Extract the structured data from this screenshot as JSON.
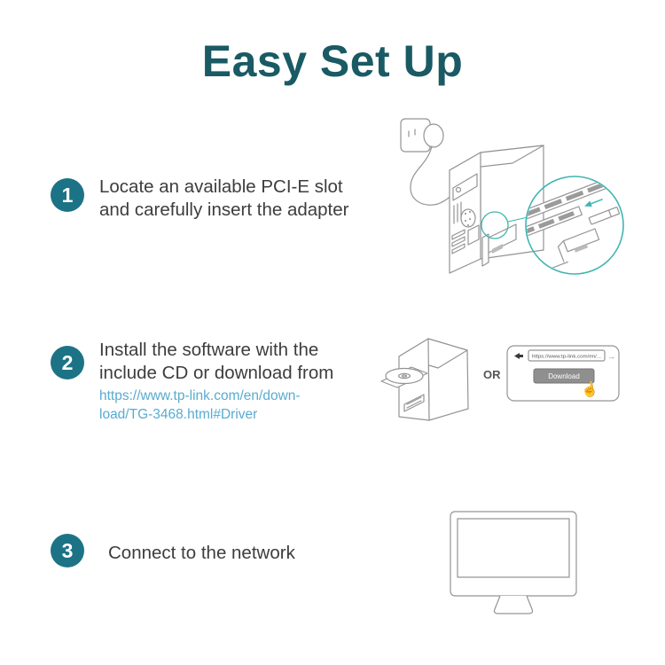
{
  "title": "Easy Set Up",
  "colors": {
    "title": "#195a64",
    "badge": "#1d7386",
    "body_text": "#3d3d3d",
    "link": "#58abd0",
    "illustration_outline": "#949494",
    "accent_teal": "#3fb5b2",
    "download_button": "#8f8f8f"
  },
  "steps": [
    {
      "number": "1",
      "lines": [
        "Locate an available PCI-E slot",
        "and carefully insert the adapter"
      ]
    },
    {
      "number": "2",
      "lines": [
        "Install the software with the",
        "include CD or download from"
      ],
      "link_lines": [
        "https://www.tp-link.com/en/down-",
        "load/TG-3468.html#Driver"
      ]
    },
    {
      "number": "3",
      "lines": [
        "Connect to the network"
      ]
    }
  ],
  "illustrations": {
    "step2": {
      "or_label": "OR",
      "browser_url": "https://www.tp-link.com/en/...",
      "forward_icon": "→",
      "download_label": "Download",
      "hand_icon": "☝"
    }
  }
}
